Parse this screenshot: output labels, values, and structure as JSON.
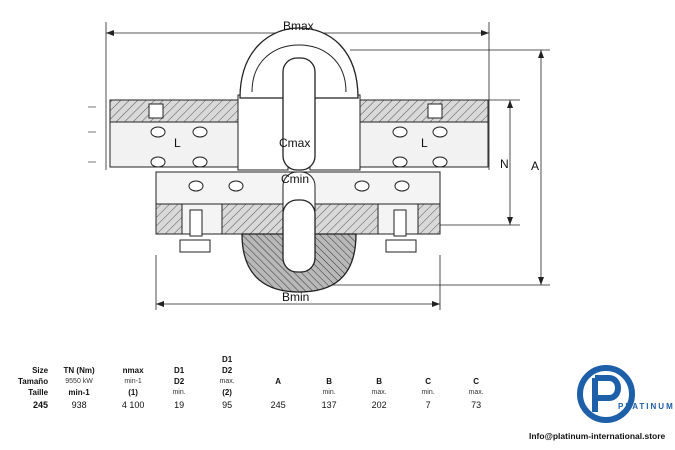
{
  "drawing": {
    "labels": {
      "bmax": "Bmax",
      "cmax": "Cmax",
      "cmin": "Cmin",
      "bmin": "Bmin",
      "l_left": "L",
      "l_right": "L",
      "n": "N",
      "a": "A"
    }
  },
  "table": {
    "col_size": [
      "Size",
      "Tamaño",
      "Taille"
    ],
    "col_tn": [
      "TN (Nm)",
      "9550 kW",
      "min-1"
    ],
    "col_nmax": [
      "nmax",
      "min-1",
      "(1)"
    ],
    "col_d_min": [
      "D1",
      "D2",
      "min."
    ],
    "col_d_max": [
      "D1",
      "D2",
      "max.",
      "(2)"
    ],
    "col_a": "A",
    "col_b_min": [
      "B",
      "min."
    ],
    "col_b_max": [
      "B",
      "max."
    ],
    "col_c_min": [
      "C",
      "min."
    ],
    "col_c_max": [
      "C",
      "max."
    ],
    "row": {
      "size": "245",
      "tn": "938",
      "nmax": "4 100",
      "d_min": "19",
      "d_max": "95",
      "a": "245",
      "b_min": "137",
      "b_max": "202",
      "c_min": "7",
      "c_max": "73"
    }
  },
  "brand": {
    "name": "PLATINUM",
    "email": "Info@platinum-international.store",
    "color": "#1d5fa8"
  }
}
